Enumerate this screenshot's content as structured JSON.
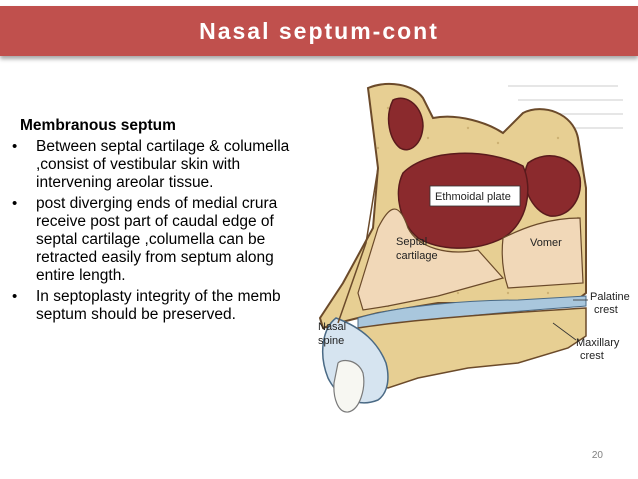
{
  "slide": {
    "title": "Nasal septum-cont",
    "subheading": "Membranous septum",
    "bullets": [
      "Between septal cartilage & columella ,consist of vestibular skin with intervening areolar tissue.",
      "post diverging ends of medial crura receive post part of caudal edge of septal cartilage ,columella can be retracted easily from septum along entire length.",
      "In septoplasty integrity of the memb septum should be preserved."
    ],
    "bullet_glyph": "•",
    "page_number": "20"
  },
  "figure": {
    "labels": {
      "ethmoidal_plate": "Ethmoidal plate",
      "septal_cartilage_1": "Septal",
      "septal_cartilage_2": "cartilage",
      "vomer": "Vomer",
      "palatine_crest_1": "Palatine",
      "palatine_crest_2": "crest",
      "maxillary_crest_1": "Maxillary",
      "maxillary_crest_2": "crest",
      "nasal_spine_1": "Nasal",
      "nasal_spine_2": "spine"
    }
  },
  "colors": {
    "title_bar": "#c0504d",
    "title_text": "#ffffff",
    "bone": "#e7cf93",
    "cartilage": "#f1d8b8",
    "muscle": "#8b2a2d",
    "mucosa": "#a9c7dd"
  }
}
